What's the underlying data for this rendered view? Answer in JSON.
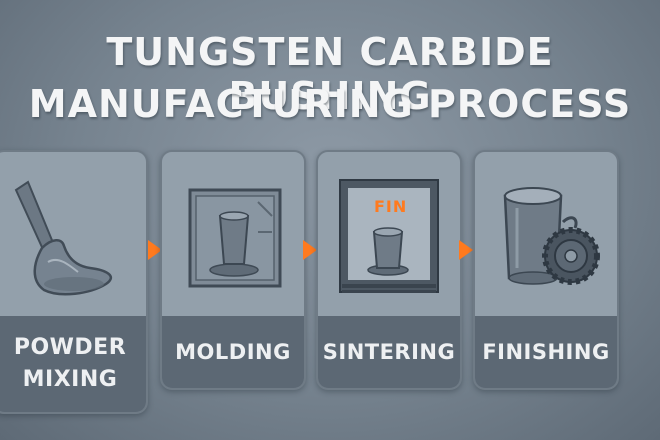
{
  "title": {
    "line1": "TUNGSTEN CARBIDE BUSHING",
    "line2": "MANUFACTURING PROCESS"
  },
  "steps": [
    {
      "label_line1": "POWDER",
      "label_line2": "MIXING",
      "icon": "powder-scoop-icon"
    },
    {
      "label": "MOLDING",
      "icon": "mold-press-icon"
    },
    {
      "label": "SINTERING",
      "icon": "furnace-icon",
      "furnace_text": "FIN"
    },
    {
      "label": "FINISHING",
      "icon": "grinding-wheel-icon"
    }
  ],
  "colors": {
    "arrow": "#ff7a1e",
    "card": "#93a0ab",
    "label_band": "#5c6874",
    "title": "#f4f5f6"
  }
}
